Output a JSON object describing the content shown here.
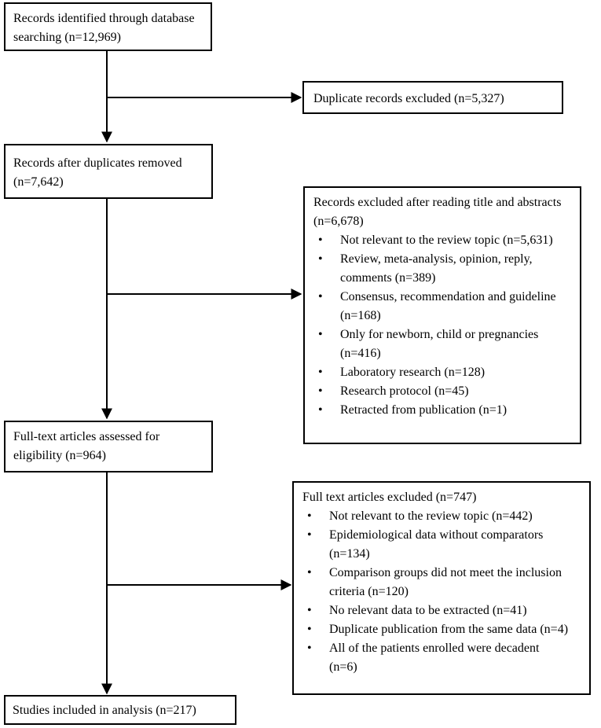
{
  "boxes": {
    "identified": "Records identified through database searching (n=12,969)",
    "duplicates_excluded": "Duplicate records excluded (n=5,327)",
    "after_duplicates": "Records after duplicates removed (n=7,642)",
    "screen_excluded": {
      "heading": "Records excluded after reading title and abstracts (n=6,678)",
      "items": [
        "Not relevant to the review topic (n=5,631)",
        "Review, meta-analysis, opinion, reply, comments (n=389)",
        "Consensus, recommendation and guideline (n=168)",
        "Only for newborn, child or pregnancies (n=416)",
        "Laboratory research (n=128)",
        "Research protocol (n=45)",
        "Retracted from publication (n=1)"
      ]
    },
    "fulltext_assessed": "Full-text articles assessed for eligibility (n=964)",
    "fulltext_excluded": {
      "heading": "Full text articles excluded (n=747)",
      "items": [
        "Not relevant to the review topic (n=442)",
        "Epidemiological data without comparators (n=134)",
        "Comparison groups did not meet the inclusion criteria (n=120)",
        "No relevant data to be extracted (n=41)",
        "Duplicate publication from the same data (n=4)",
        "All of the patients enrolled were decadent (n=6)"
      ]
    },
    "included": "Studies included in analysis (n=217)"
  },
  "bullet_glyph": "•"
}
